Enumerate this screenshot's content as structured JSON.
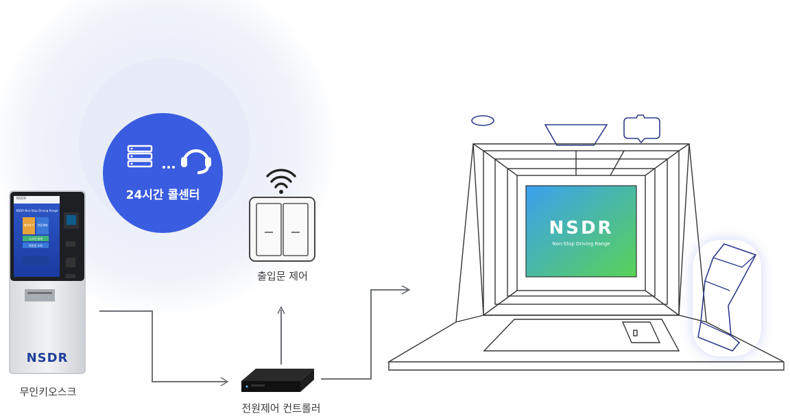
{
  "callcenter": {
    "label": "24시간 콜센터"
  },
  "door": {
    "label": "출입문 제어"
  },
  "kiosk": {
    "label": "무인키오스크",
    "brand": "NSDR",
    "screen_header": "NSDR",
    "screen_title": "NSDR Non-Stop Driving Range",
    "screen_tiles": [
      "예약하기",
      "현장결제"
    ],
    "screen_buttons": [
      "스크린 통계",
      "회원권 조회"
    ]
  },
  "controller": {
    "label": "전원제어 컨트롤러"
  },
  "bay": {
    "logo": "NSDR",
    "subtitle": "Non-Stop Driving Range"
  },
  "colors": {
    "callcenter_circle": "#3a5ce0",
    "halo": "#eef2fb",
    "line": "#6b6f73",
    "screen_gradient_start": "#3aa0f0",
    "screen_gradient_end": "#5ad256"
  }
}
